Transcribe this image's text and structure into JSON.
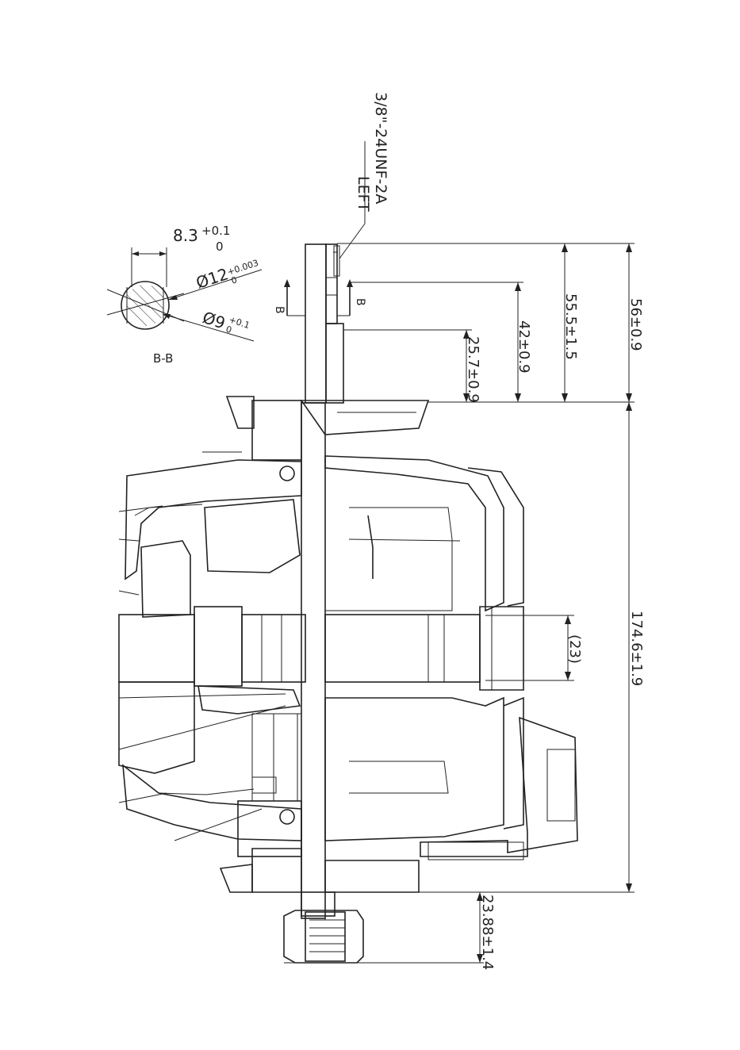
{
  "thread_callout": {
    "spec": "3/8\"-24UNF-2A",
    "direction": "LEFT"
  },
  "section_marker": {
    "letter": "B",
    "title": "B-B"
  },
  "section_dims": {
    "flat_nominal": "8.3",
    "flat_upper_tol": "+0.1",
    "flat_lower_tol": "0",
    "shaft_diameter": "Ø12",
    "shaft_upper_tol": "+0.003",
    "shaft_lower_tol": "0",
    "core_diameter": "Ø9",
    "core_upper_tol": "+0.1",
    "core_lower_tol": "0"
  },
  "dimensions": {
    "d_56": "56±0.9",
    "d_555": "55.5±1.5",
    "d_42": "42±0.9",
    "d_257": "25.7±0.9",
    "d_1746": "174.6±1.9",
    "d_23": "(23)",
    "d_2388": "23.88±1.4"
  }
}
